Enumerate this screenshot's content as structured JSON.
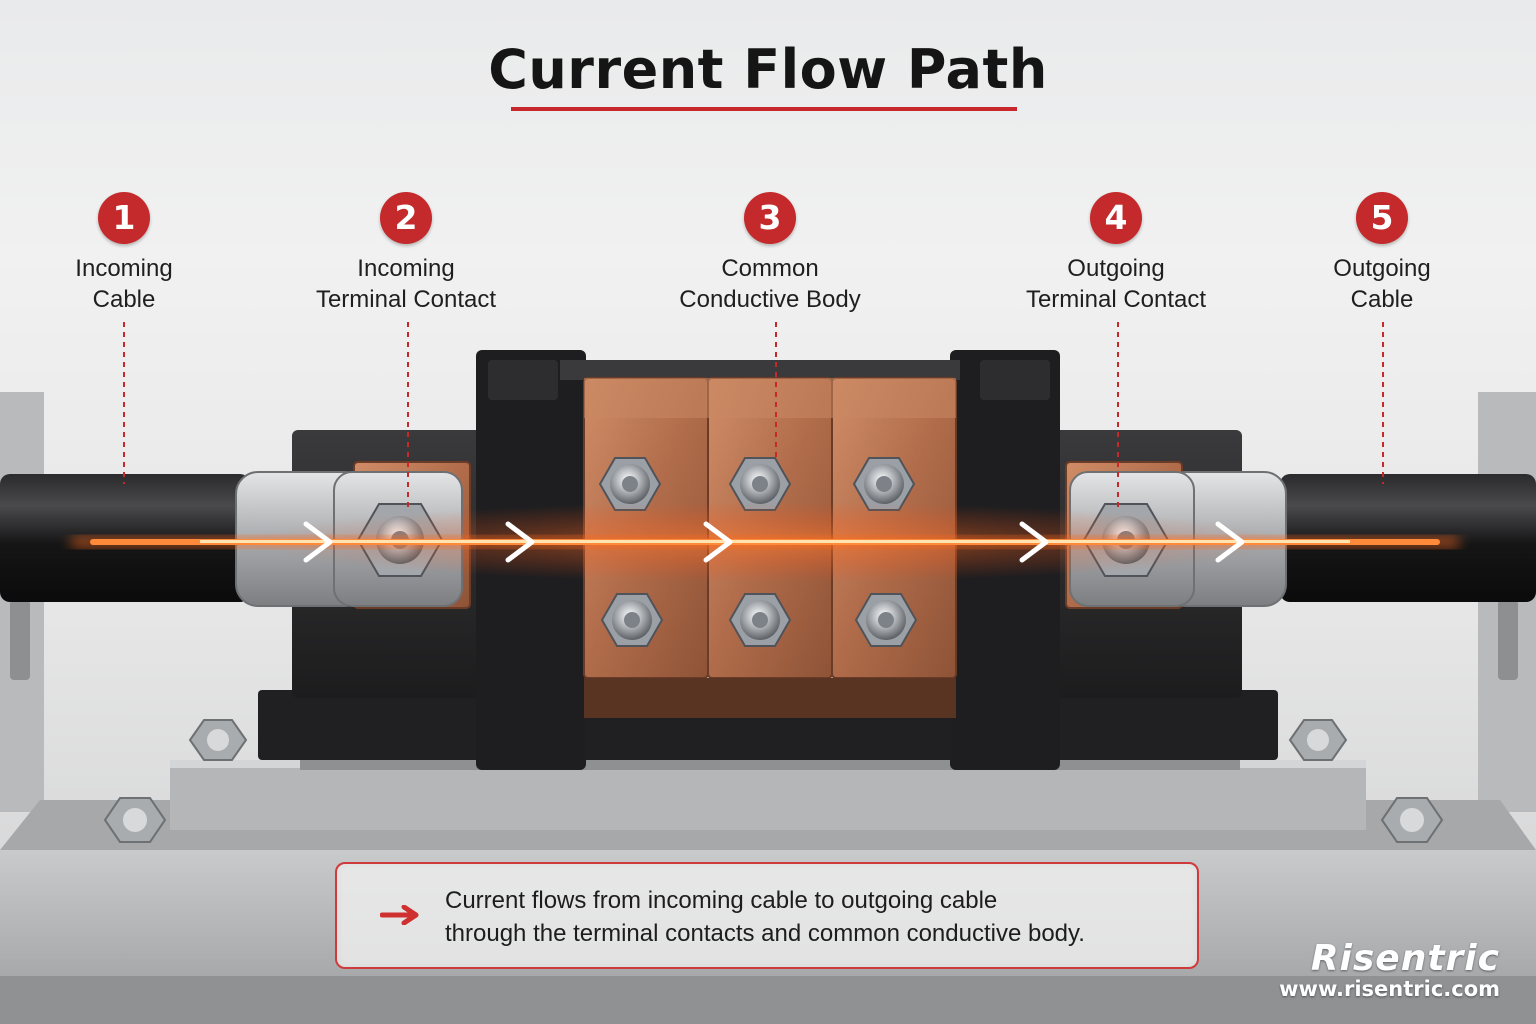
{
  "title": "Current Flow Path",
  "steps": [
    {
      "number": "1",
      "line1": "Incoming",
      "line2": "Cable"
    },
    {
      "number": "2",
      "line1": "Incoming",
      "line2": "Terminal Contact"
    },
    {
      "number": "3",
      "line1": "Common",
      "line2": "Conductive Body"
    },
    {
      "number": "4",
      "line1": "Outgoing",
      "line2": "Terminal Contact"
    },
    {
      "number": "5",
      "line1": "Outgoing",
      "line2": "Cable"
    }
  ],
  "note": {
    "line1": "Current flows from incoming cable to outgoing cable",
    "line2": "through the terminal contacts and common conductive body."
  },
  "brand": {
    "name": "Risentric",
    "url": "www.risentric.com"
  },
  "colors": {
    "accent": "#c42a2c",
    "flow": "#ff5a1f",
    "copper": "#b8734f",
    "cable": "#1c1c1e"
  },
  "icons": [
    "numbered-badge-icon",
    "red-arrow-icon",
    "flow-arrow-icon"
  ]
}
